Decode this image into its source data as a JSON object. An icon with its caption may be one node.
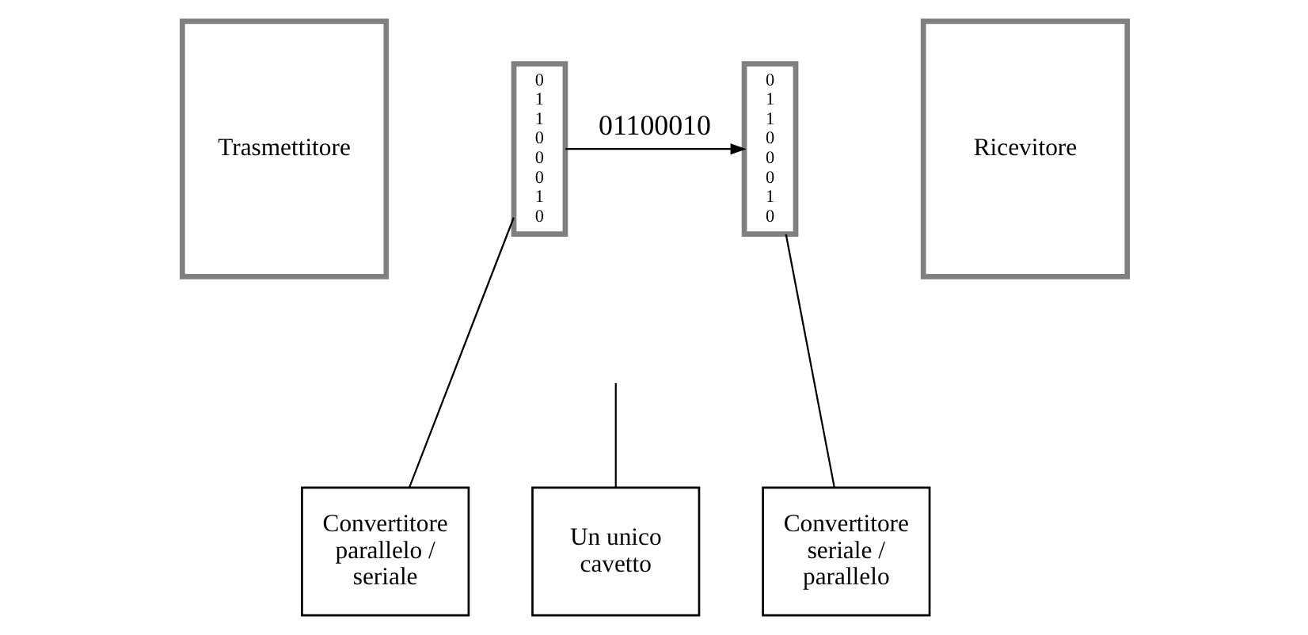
{
  "diagram": {
    "nodes": [
      {
        "text": [
          "Trasmettitore"
        ]
      },
      {
        "text": [
          "0 1 1 0 0 0 1 0"
        ]
      },
      {
        "text": [
          "0 1 1 0 0 0 1 0"
        ]
      },
      {
        "text": [
          "Ricevitore"
        ]
      },
      {
        "text": [
          "Convertitore parallelo / seriale"
        ]
      },
      {
        "text": [
          "Un unico cavetto"
        ]
      },
      {
        "text": [
          "Convertitore seriale / parallelo"
        ]
      }
    ],
    "edges": [
      {
        "from": 1,
        "to": 2,
        "arrow": "to",
        "label": "01100010"
      },
      {
        "from": 4,
        "to": 1,
        "arrow": "none"
      },
      {
        "from": 5,
        "to": null,
        "arrow": "none"
      },
      {
        "from": 6,
        "to": 2,
        "arrow": "none"
      }
    ]
  }
}
